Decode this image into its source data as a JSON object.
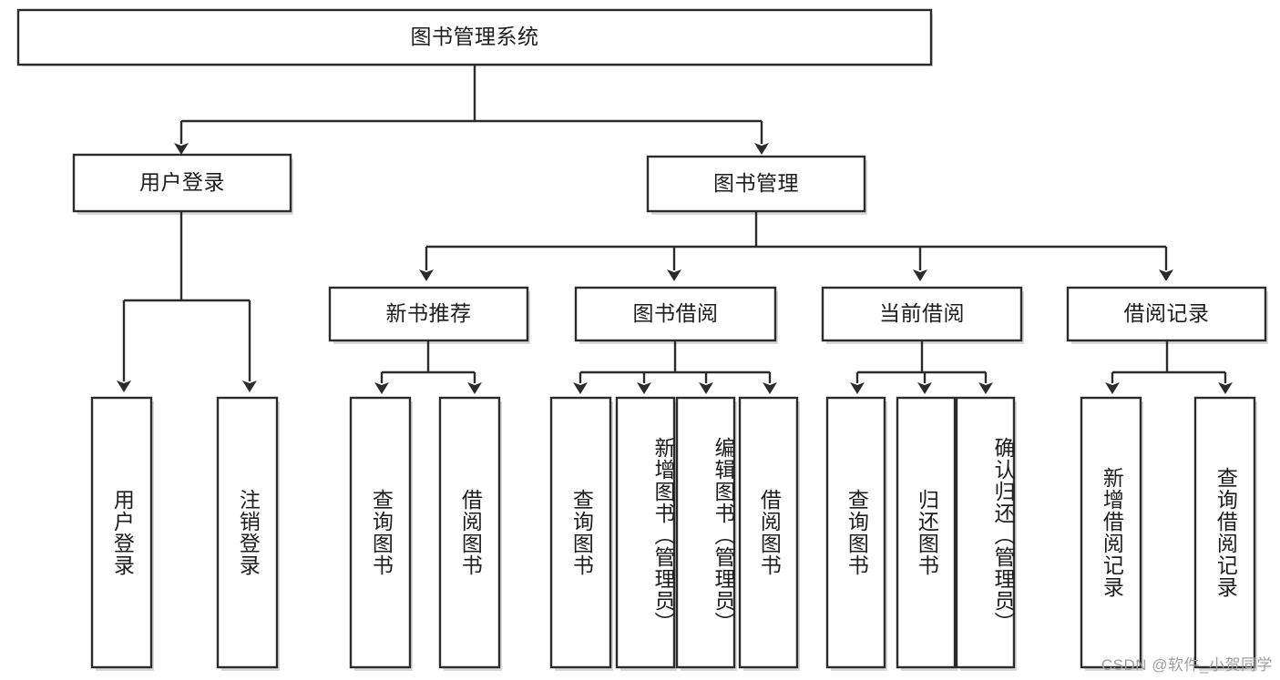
{
  "diagram": {
    "title": "图书管理系统",
    "type": "tree-hierarchy-diagram",
    "colors": {
      "box_border": "#2b2b2b",
      "box_fill": "#ffffff",
      "connector": "#2b2b2b",
      "text": "#1d1d1d",
      "watermark": "#9e9e9e",
      "background": "#ffffff"
    }
  },
  "root": {
    "label": "图书管理系统"
  },
  "level2": [
    {
      "label": "用户登录"
    },
    {
      "label": "图书管理"
    }
  ],
  "level3": [
    {
      "label": "新书推荐"
    },
    {
      "label": "图书借阅"
    },
    {
      "label": "当前借阅"
    },
    {
      "label": "借阅记录"
    }
  ],
  "leaves": {
    "user_login": [
      {
        "label": "用户登录"
      },
      {
        "label": "注销登录"
      }
    ],
    "new_book_recommend": [
      {
        "label": "查询图书"
      },
      {
        "label": "借阅图书"
      }
    ],
    "book_borrow": [
      {
        "label": "查询图书"
      },
      {
        "label": "新增图书（管理员）"
      },
      {
        "label": "编辑图书（管理员）"
      },
      {
        "label": "借阅图书"
      }
    ],
    "current_borrow": [
      {
        "label": "查询图书"
      },
      {
        "label": "归还图书"
      },
      {
        "label": "确认归还（管理员）"
      }
    ],
    "borrow_records": [
      {
        "label": "新增借阅记录"
      },
      {
        "label": "查询借阅记录"
      }
    ]
  },
  "watermark": {
    "text": "CSDN @软件_小贺同学"
  }
}
